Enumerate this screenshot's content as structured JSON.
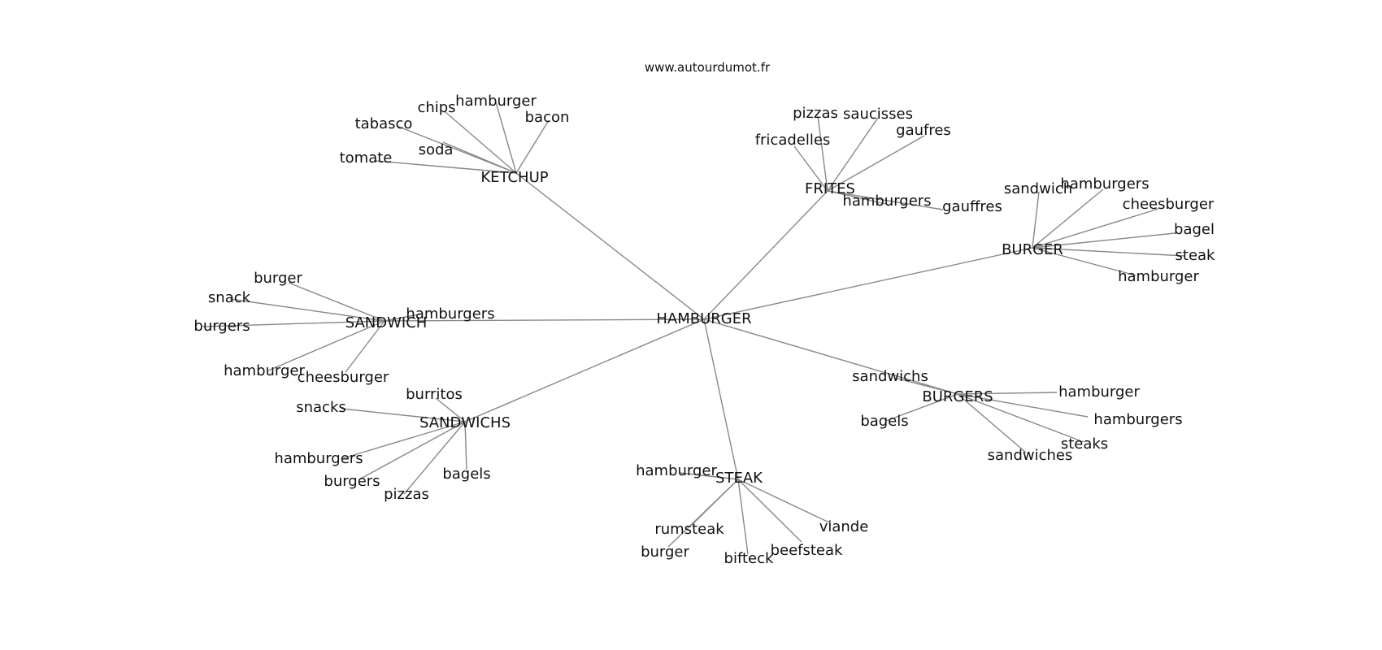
{
  "source": "www.autourdumot.fr",
  "graph": {
    "center": "HAMBURGER",
    "clusters": [
      {
        "id": "ketchup",
        "label": "KETCHUP",
        "leaves": [
          "tomate",
          "tabasco",
          "chips",
          "soda",
          "hamburger",
          "bacon"
        ]
      },
      {
        "id": "frites",
        "label": "FRITES",
        "leaves": [
          "pizzas",
          "saucisses",
          "fricadelles",
          "gaufres",
          "hamburgers",
          "gauffres"
        ]
      },
      {
        "id": "burger",
        "label": "BURGER",
        "leaves": [
          "sandwich",
          "hamburgers",
          "cheesburger",
          "bagel",
          "steak",
          "hamburger"
        ]
      },
      {
        "id": "sandwich",
        "label": "SANDWICH",
        "leaves": [
          "burger",
          "snack",
          "burgers",
          "hamburgers",
          "hamburger",
          "cheesburger"
        ]
      },
      {
        "id": "sandwichs",
        "label": "SANDWICHS",
        "leaves": [
          "burritos",
          "snacks",
          "hamburgers",
          "burgers",
          "pizzas",
          "bagels"
        ]
      },
      {
        "id": "steak",
        "label": "STEAK",
        "leaves": [
          "hamburger",
          "rumsteak",
          "burger",
          "bifteck",
          "beefsteak",
          "viande"
        ]
      },
      {
        "id": "burgers",
        "label": "BURGERS",
        "leaves": [
          "sandwichs",
          "bagels",
          "hamburger",
          "hamburgers",
          "steaks",
          "sandwiches"
        ]
      }
    ]
  }
}
